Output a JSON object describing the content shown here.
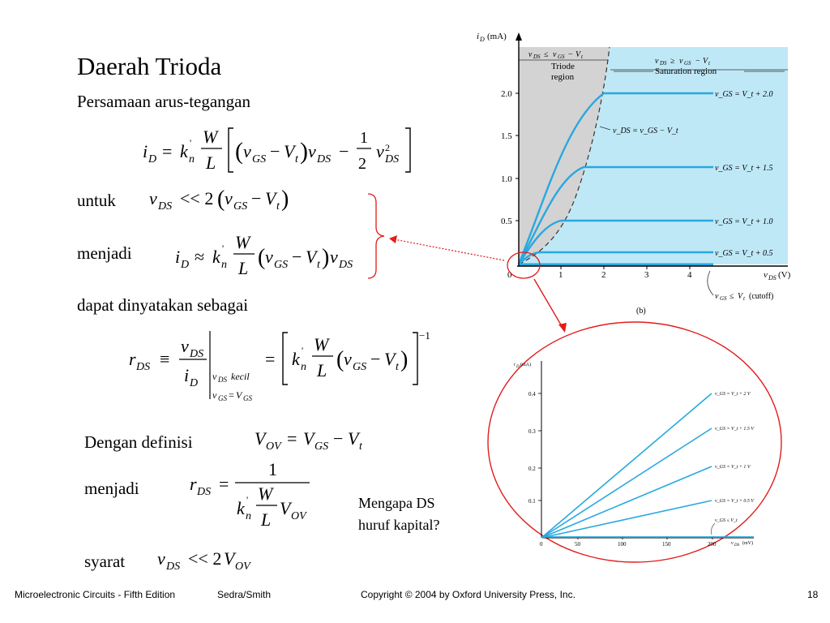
{
  "slide": {
    "title": "Daerah Trioda",
    "subtitle": "Persamaan arus-tegangan",
    "untuk_label": "untuk",
    "menjadi_label_1": "menjadi",
    "dapat_label": "dapat dinyatakan sebagai",
    "definisi_label": "Dengan definisi",
    "menjadi_label_2": "menjadi",
    "question_line1": "Mengapa DS",
    "question_line2": "huruf kapital?",
    "syarat_label": "syarat"
  },
  "equations": {
    "eq1": "i_D = k'_n (W/L) [ (v_GS − V_t) v_DS − ½ v_DS² ]",
    "eq2": "v_DS << 2(v_GS − V_t)",
    "eq3": "i_D ≈ k'_n (W/L) (v_GS − V_t) v_DS",
    "eq4": "r_DS ≡ v_DS / i_D | v_DS kecil, v_GS = V_GS = [ k'_n (W/L) (v_GS − V_t) ]^−1",
    "eq5": "V_OV = V_GS − V_t",
    "eq6": "r_DS = 1 / ( k'_n (W/L) V_OV )",
    "eq7": "v_DS << 2V_OV",
    "cond_kecil": "kecil"
  },
  "figure_main": {
    "y_axis_label": "(mA)",
    "x_axis_label": "(V)",
    "y_ticks": [
      "0.5",
      "1.0",
      "1.5",
      "2.0"
    ],
    "x_ticks": [
      "0",
      "1",
      "2",
      "3",
      "4"
    ],
    "triode_label_1": "Triode",
    "triode_label_2": "region",
    "saturation_label": "Saturation region",
    "boundary_label": "v_DS = v_GS − V_t",
    "curve_labels": [
      "v_GS = V_t + 2.0",
      "v_GS = V_t + 1.5",
      "v_GS = V_t + 1.0",
      "v_GS = V_t + 0.5"
    ],
    "cutoff_label": "(cutoff)",
    "caption": "(b)"
  },
  "figure_zoom": {
    "y_axis_label": "(mA)",
    "x_axis_label": "(mV)",
    "y_ticks": [
      "0.1",
      "0.2",
      "0.3",
      "0.4"
    ],
    "x_ticks": [
      "0",
      "50",
      "100",
      "150",
      "200"
    ],
    "line_labels": [
      "v_GS = V_t + 2 V",
      "v_GS = V_t + 1.5 V",
      "v_GS = V_t + 1 V",
      "v_GS = V_t + 0.5 V",
      "v_GS ≤ V_t"
    ]
  },
  "footer": {
    "book": "Microelectronic Circuits - Fifth Edition",
    "authors": "Sedra/Smith",
    "copyright": "Copyright © 2004 by Oxford University Press, Inc.",
    "page": "18"
  },
  "colors": {
    "curve": "#29a8e0",
    "saturation_fill": "#bfe8f7",
    "triode_fill": "#d3d3d3",
    "annotation": "#e21b1b"
  }
}
